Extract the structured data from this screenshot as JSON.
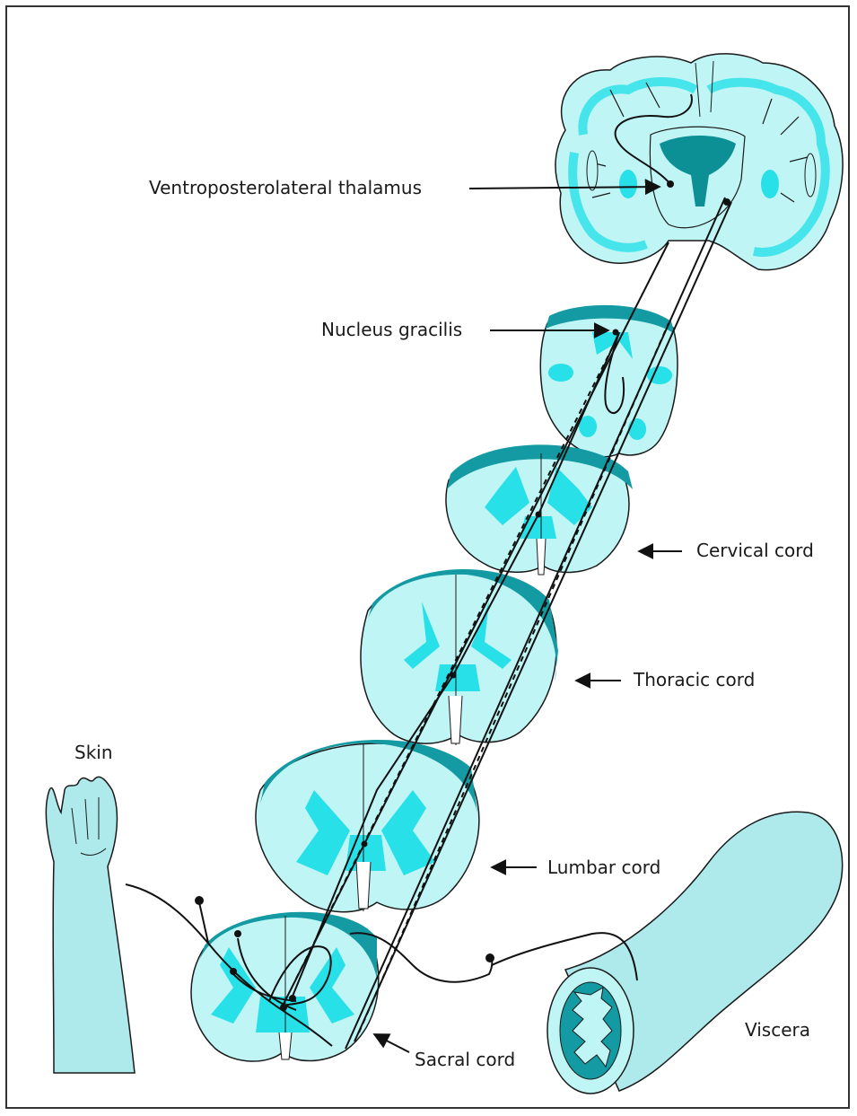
{
  "labels": {
    "thalamus": "Ventroposterolateral thalamus",
    "gracilis": "Nucleus gracilis",
    "cervical": "Cervical cord",
    "thoracic": "Thoracic cord",
    "lumbar": "Lumbar cord",
    "sacral": "Sacral cord",
    "skin": "Skin",
    "viscera": "Viscera"
  },
  "colors": {
    "light": "#bff5f5",
    "mid": "#28e0e8",
    "dark": "#0d8f96",
    "rim": "#139aa2",
    "ink": "#111111"
  }
}
